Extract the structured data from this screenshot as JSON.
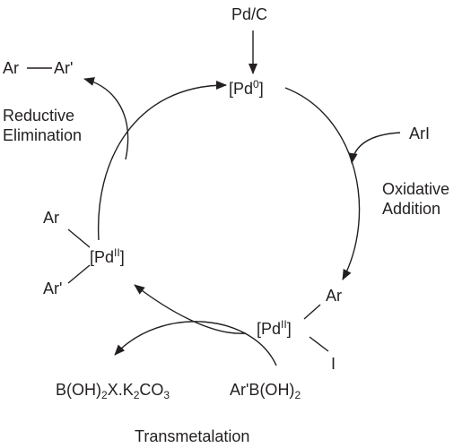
{
  "diagram": {
    "catalyst_source": "Pd/C",
    "pd0": {
      "prefix": "[Pd",
      "ox": "0",
      "suffix": "]"
    },
    "aryl_halide": "ArI",
    "oxidative_addition": {
      "line1": "Oxidative",
      "line2": "Addition"
    },
    "pd2_right": {
      "prefix": "[Pd",
      "ox": "II",
      "suffix": "]",
      "top_ligand": "Ar",
      "bottom_ligand": "I"
    },
    "boronic_acid": {
      "prefix": "Ar'B(OH)",
      "sub": "2"
    },
    "byproduct": {
      "part1": "B(OH)",
      "sub1": "2",
      "part2": "X.K",
      "sub2": "2",
      "part3": "CO",
      "sub3": "3"
    },
    "transmetalation": "Transmetalation",
    "pd2_left": {
      "prefix": "[Pd",
      "ox": "II",
      "suffix": "]",
      "top_ligand": "Ar",
      "bottom_ligand": "Ar'"
    },
    "reductive_elimination": {
      "line1": "Reductive",
      "line2": "Elimination"
    },
    "product": {
      "left": "Ar",
      "right": "Ar'"
    }
  },
  "colors": {
    "ink": "#231f20",
    "background": "#ffffff"
  }
}
